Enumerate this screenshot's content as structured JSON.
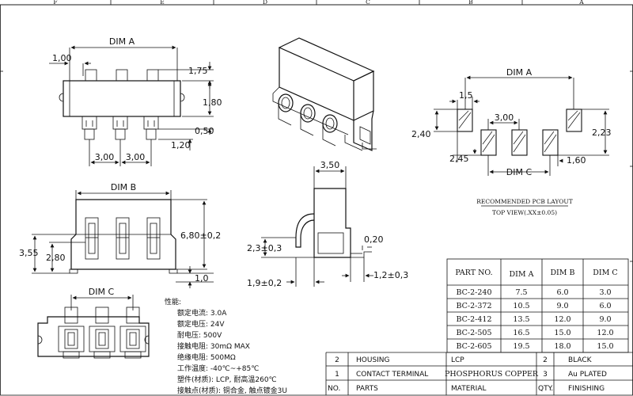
{
  "frame_letters": [
    "F",
    "E",
    "D",
    "C",
    "B",
    "A"
  ],
  "top_view": {
    "dim_a": "DIM A",
    "dims": [
      "1,00",
      "1,75",
      "1,80",
      "0,50",
      "1,20",
      "3,00",
      "3,00"
    ]
  },
  "front_view": {
    "dim_b": "DIM B",
    "dims": [
      "6,80±0,2",
      "3,55",
      "2,80",
      "1,0"
    ]
  },
  "side_view": {
    "dims": [
      "3,50",
      "2,3±0,3",
      "0,20",
      "1,9±0,2",
      "1,2±0,3"
    ]
  },
  "bottom_view": {
    "dim_c": "DIM C"
  },
  "pcb_layout": {
    "dim_a": "DIM A",
    "dim_c": "DIM C",
    "dims": [
      "1,5",
      "3,00",
      "2,40",
      "2,23",
      "2,45",
      "1,60"
    ],
    "title": "RECOMMENDED PCB LAYOUT",
    "subtitle": "TOP VIEW(.XX±0.05)"
  },
  "properties": {
    "heading": "性能:",
    "lines": [
      "额定电流: 3.0A",
      "额定电压: 24V",
      "耐电压: 500V",
      "接触电阻: 30mΩ MAX",
      "绝缘电阻: 500MΩ",
      "工作温度: -40℃~+85℃",
      "塑件(材质): LCP, 耐高温260℃",
      "接触点(材质): 铜合金, 触点镀金3U"
    ]
  },
  "dim_table": {
    "headers": [
      "PART NO.",
      "DIM A",
      "DIM B",
      "DIM C"
    ],
    "rows": [
      [
        "BC-2-240",
        "7.5",
        "6.0",
        "3.0"
      ],
      [
        "BC-2-372",
        "10.5",
        "9.0",
        "6.0"
      ],
      [
        "BC-2-412",
        "13.5",
        "12.0",
        "9.0"
      ],
      [
        "BC-2-505",
        "16.5",
        "15.0",
        "12.0"
      ],
      [
        "BC-2-605",
        "19.5",
        "18.0",
        "15.0"
      ]
    ]
  },
  "bom": {
    "rows": [
      [
        "2",
        "HOUSING",
        "LCP",
        "2",
        "BLACK"
      ],
      [
        "1",
        "CONTACT TERMINAL",
        "PHOSPHORUS COPPER",
        "3",
        "Au PLATED"
      ]
    ],
    "header": [
      "NO.",
      "PARTS",
      "MATERIAL",
      "QTY.",
      "FINISHING"
    ]
  }
}
